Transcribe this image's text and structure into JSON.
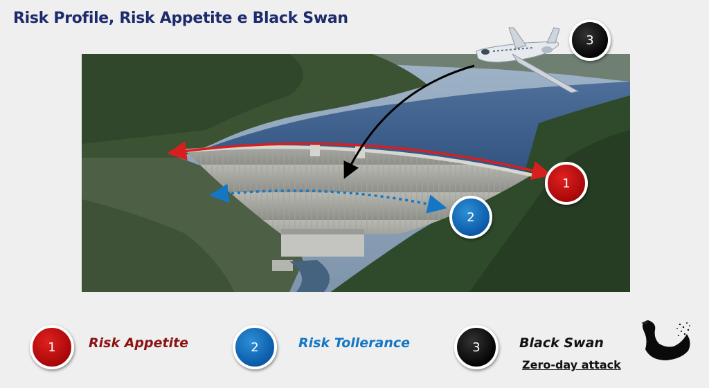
{
  "slide": {
    "title": "Risk Profile, Risk Appetite e Black Swan"
  },
  "badges": {
    "appetite_number": "1",
    "tolerance_number": "2",
    "black_swan_number": "3"
  },
  "legend": {
    "appetite": {
      "number": "1",
      "label": "Risk Appetite"
    },
    "tolerance": {
      "number": "2",
      "label": "Risk Tollerance"
    },
    "black_swan": {
      "number": "3",
      "label": "Black Swan",
      "sublabel": "Zero-day attack"
    }
  },
  "colors": {
    "title": "#1d2a6b",
    "appetite": "#d81f1f",
    "tolerance": "#1477c4",
    "black_swan": "#000000"
  },
  "icons": {
    "airplane": "airplane-icon",
    "swan": "black-swan-icon"
  }
}
